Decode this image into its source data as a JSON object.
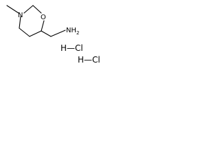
{
  "molecule": {
    "ring_atoms": {
      "nitrogen": "N",
      "oxygen": "O"
    },
    "amine": "NH",
    "amine_subscript": "2",
    "salt_1": "H—Cl",
    "salt_2": "H—Cl"
  },
  "colors": {
    "bond": "#000000",
    "text": "#000000",
    "background": "#ffffff"
  }
}
